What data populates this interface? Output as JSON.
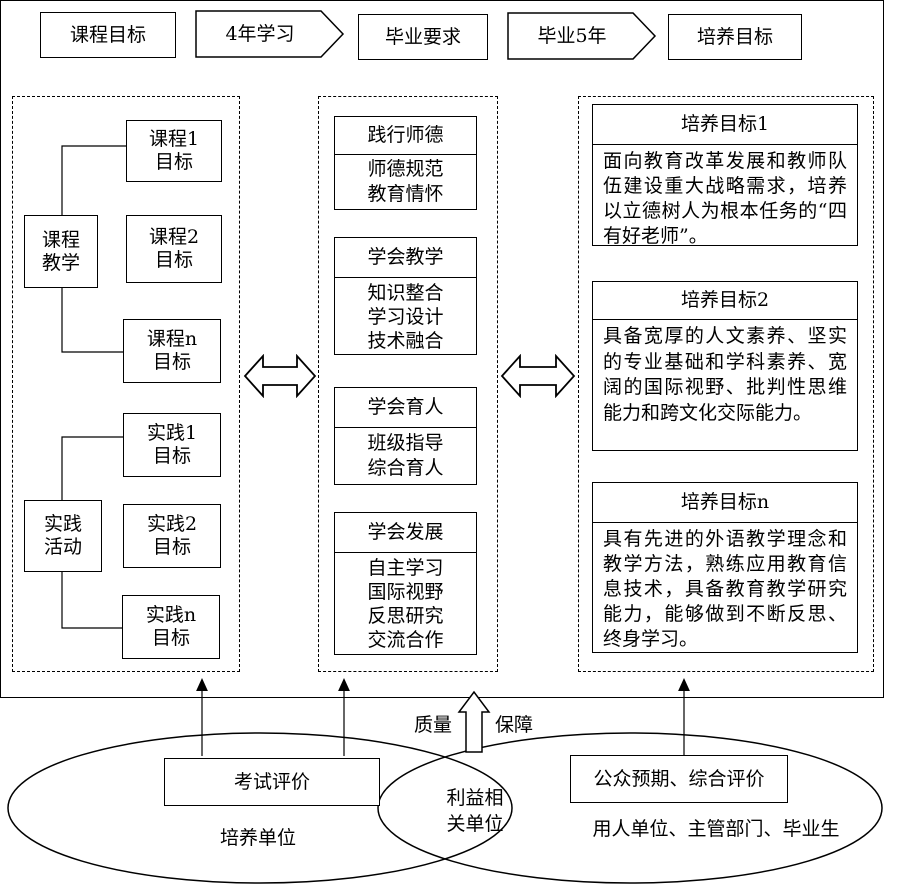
{
  "header_flow": [
    "课程目标",
    "4年学习",
    "毕业要求",
    "毕业5年",
    "培养目标"
  ],
  "left": {
    "course_group": "课程\n教学",
    "practice_group": "实践\n活动",
    "courses": [
      "课程1\n目标",
      "课程2\n目标",
      "课程n\n目标"
    ],
    "practices": [
      "实践1\n目标",
      "实践2\n目标",
      "实践n\n目标"
    ]
  },
  "middle": [
    {
      "title": "践行师德",
      "items": "师德规范\n教育情怀"
    },
    {
      "title": "学会教学",
      "items": "知识整合\n学习设计\n技术融合"
    },
    {
      "title": "学会育人",
      "items": "班级指导\n综合育人"
    },
    {
      "title": "学会发展",
      "items": "自主学习\n国际视野\n反思研究\n交流合作"
    }
  ],
  "right": [
    {
      "title": "培养目标1",
      "text": "面向教育改革发展和教师队伍建设重大战略需求，培养以立德树人为根本任务的“四有好老师”。"
    },
    {
      "title": "培养目标2",
      "text": "具备宽厚的人文素养、坚实的专业基础和学科素养、宽阔的国际视野、批判性思维能力和跨文化交际能力。"
    },
    {
      "title": "培养目标n",
      "text": "具有先进的外语教学理念和教学方法，熟练应用教育信息技术，具备教育教学研究能力，能够做到不断反思、终身学习。"
    }
  ],
  "bottom": {
    "quality": "质量",
    "guarantee": "保障",
    "exam_eval": "考试评价",
    "training_unit": "培养单位",
    "stakeholder": "利益相\n关单位",
    "public_eval": "公众预期、综合评价",
    "employers": "用人单位、主管部门、毕业生"
  }
}
